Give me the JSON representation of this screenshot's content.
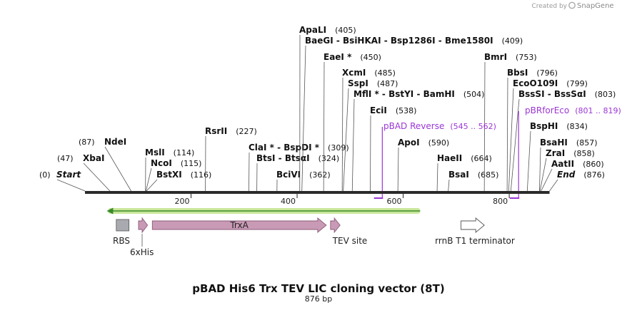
{
  "branding": {
    "created_by": "Created by",
    "product": "SnapGene"
  },
  "map": {
    "title": "pBAD His6 Trx TEV LIC cloning vector (8T)",
    "length_label": "876 bp",
    "length": 876,
    "ticks": [
      {
        "value": 200,
        "label": "200"
      },
      {
        "value": 400,
        "label": "400"
      },
      {
        "value": 600,
        "label": "600"
      },
      {
        "value": 800,
        "label": "800"
      }
    ]
  },
  "sites": [
    {
      "name": "Start",
      "pos": 0,
      "pos_label": "(0)",
      "italic": true
    },
    {
      "name": "XbaI",
      "pos": 47,
      "pos_label": "(47)"
    },
    {
      "name": "NdeI",
      "pos": 87,
      "pos_label": "(87)"
    },
    {
      "name": "MslI",
      "pos": 114,
      "pos_label": "(114)"
    },
    {
      "name": "NcoI",
      "pos": 115,
      "pos_label": "(115)"
    },
    {
      "name": "BstXI",
      "pos": 116,
      "pos_label": "(116)"
    },
    {
      "name": "RsrII",
      "pos": 227,
      "pos_label": "(227)"
    },
    {
      "name": "ClaI * - BspDI *",
      "pos": 309,
      "pos_label": "(309)"
    },
    {
      "name": "BtsI - BtsαI",
      "pos": 324,
      "pos_label": "(324)"
    },
    {
      "name": "BciVI",
      "pos": 362,
      "pos_label": "(362)"
    },
    {
      "name": "ApaLI",
      "pos": 405,
      "pos_label": "(405)"
    },
    {
      "name": "BaeGI - BsiHKAI - Bsp1286I - Bme1580I",
      "pos": 409,
      "pos_label": "(409)"
    },
    {
      "name": "EaeI *",
      "pos": 450,
      "pos_label": "(450)"
    },
    {
      "name": "XcmI",
      "pos": 485,
      "pos_label": "(485)"
    },
    {
      "name": "SspI",
      "pos": 487,
      "pos_label": "(487)"
    },
    {
      "name": "MflI * - BstYI - BamHI",
      "pos": 504,
      "pos_label": "(504)"
    },
    {
      "name": "EciI",
      "pos": 538,
      "pos_label": "(538)"
    },
    {
      "name": "ApoI",
      "pos": 590,
      "pos_label": "(590)"
    },
    {
      "name": "HaeII",
      "pos": 664,
      "pos_label": "(664)"
    },
    {
      "name": "BsaI",
      "pos": 685,
      "pos_label": "(685)"
    },
    {
      "name": "BmrI",
      "pos": 753,
      "pos_label": "(753)"
    },
    {
      "name": "BbsI",
      "pos": 796,
      "pos_label": "(796)"
    },
    {
      "name": "EcoO109I",
      "pos": 799,
      "pos_label": "(799)"
    },
    {
      "name": "BssSI - BssSαI",
      "pos": 803,
      "pos_label": "(803)"
    },
    {
      "name": "BspHI",
      "pos": 834,
      "pos_label": "(834)"
    },
    {
      "name": "BsaHI",
      "pos": 857,
      "pos_label": "(857)"
    },
    {
      "name": "ZraI",
      "pos": 858,
      "pos_label": "(858)"
    },
    {
      "name": "AatII",
      "pos": 860,
      "pos_label": "(860)"
    },
    {
      "name": "End",
      "pos": 876,
      "pos_label": "(876)",
      "italic": true
    }
  ],
  "primers": [
    {
      "name": "pBAD Reverse",
      "range_label": "(545 .. 562)",
      "start": 545,
      "end": 562,
      "direction": "reverse"
    },
    {
      "name": "pBRforEco",
      "range_label": "(801 .. 819)",
      "start": 801,
      "end": 819,
      "direction": "forward"
    }
  ],
  "features": [
    {
      "name": "RBS",
      "type": "box",
      "start": 59,
      "end": 83
    },
    {
      "name": "6xHis",
      "type": "arrow",
      "start": 101,
      "end": 118
    },
    {
      "name": "TrxA",
      "type": "arrow",
      "start": 127,
      "end": 455
    },
    {
      "name": "TEV site",
      "type": "arrow",
      "start": 463,
      "end": 481
    },
    {
      "name": "rrnB T1 terminator",
      "type": "arrow",
      "start": 709,
      "end": 753
    }
  ],
  "orf": {
    "start": 41,
    "end": 632,
    "direction": "reverse"
  },
  "colors": {
    "primer": "#9b36d6",
    "feature_fill": "#c99ab5",
    "feature_stroke": "#8a5a78",
    "rbs_fill": "#a9aab0",
    "orf_glow": "#bfe38a",
    "orf_line": "#3a8a2a"
  }
}
